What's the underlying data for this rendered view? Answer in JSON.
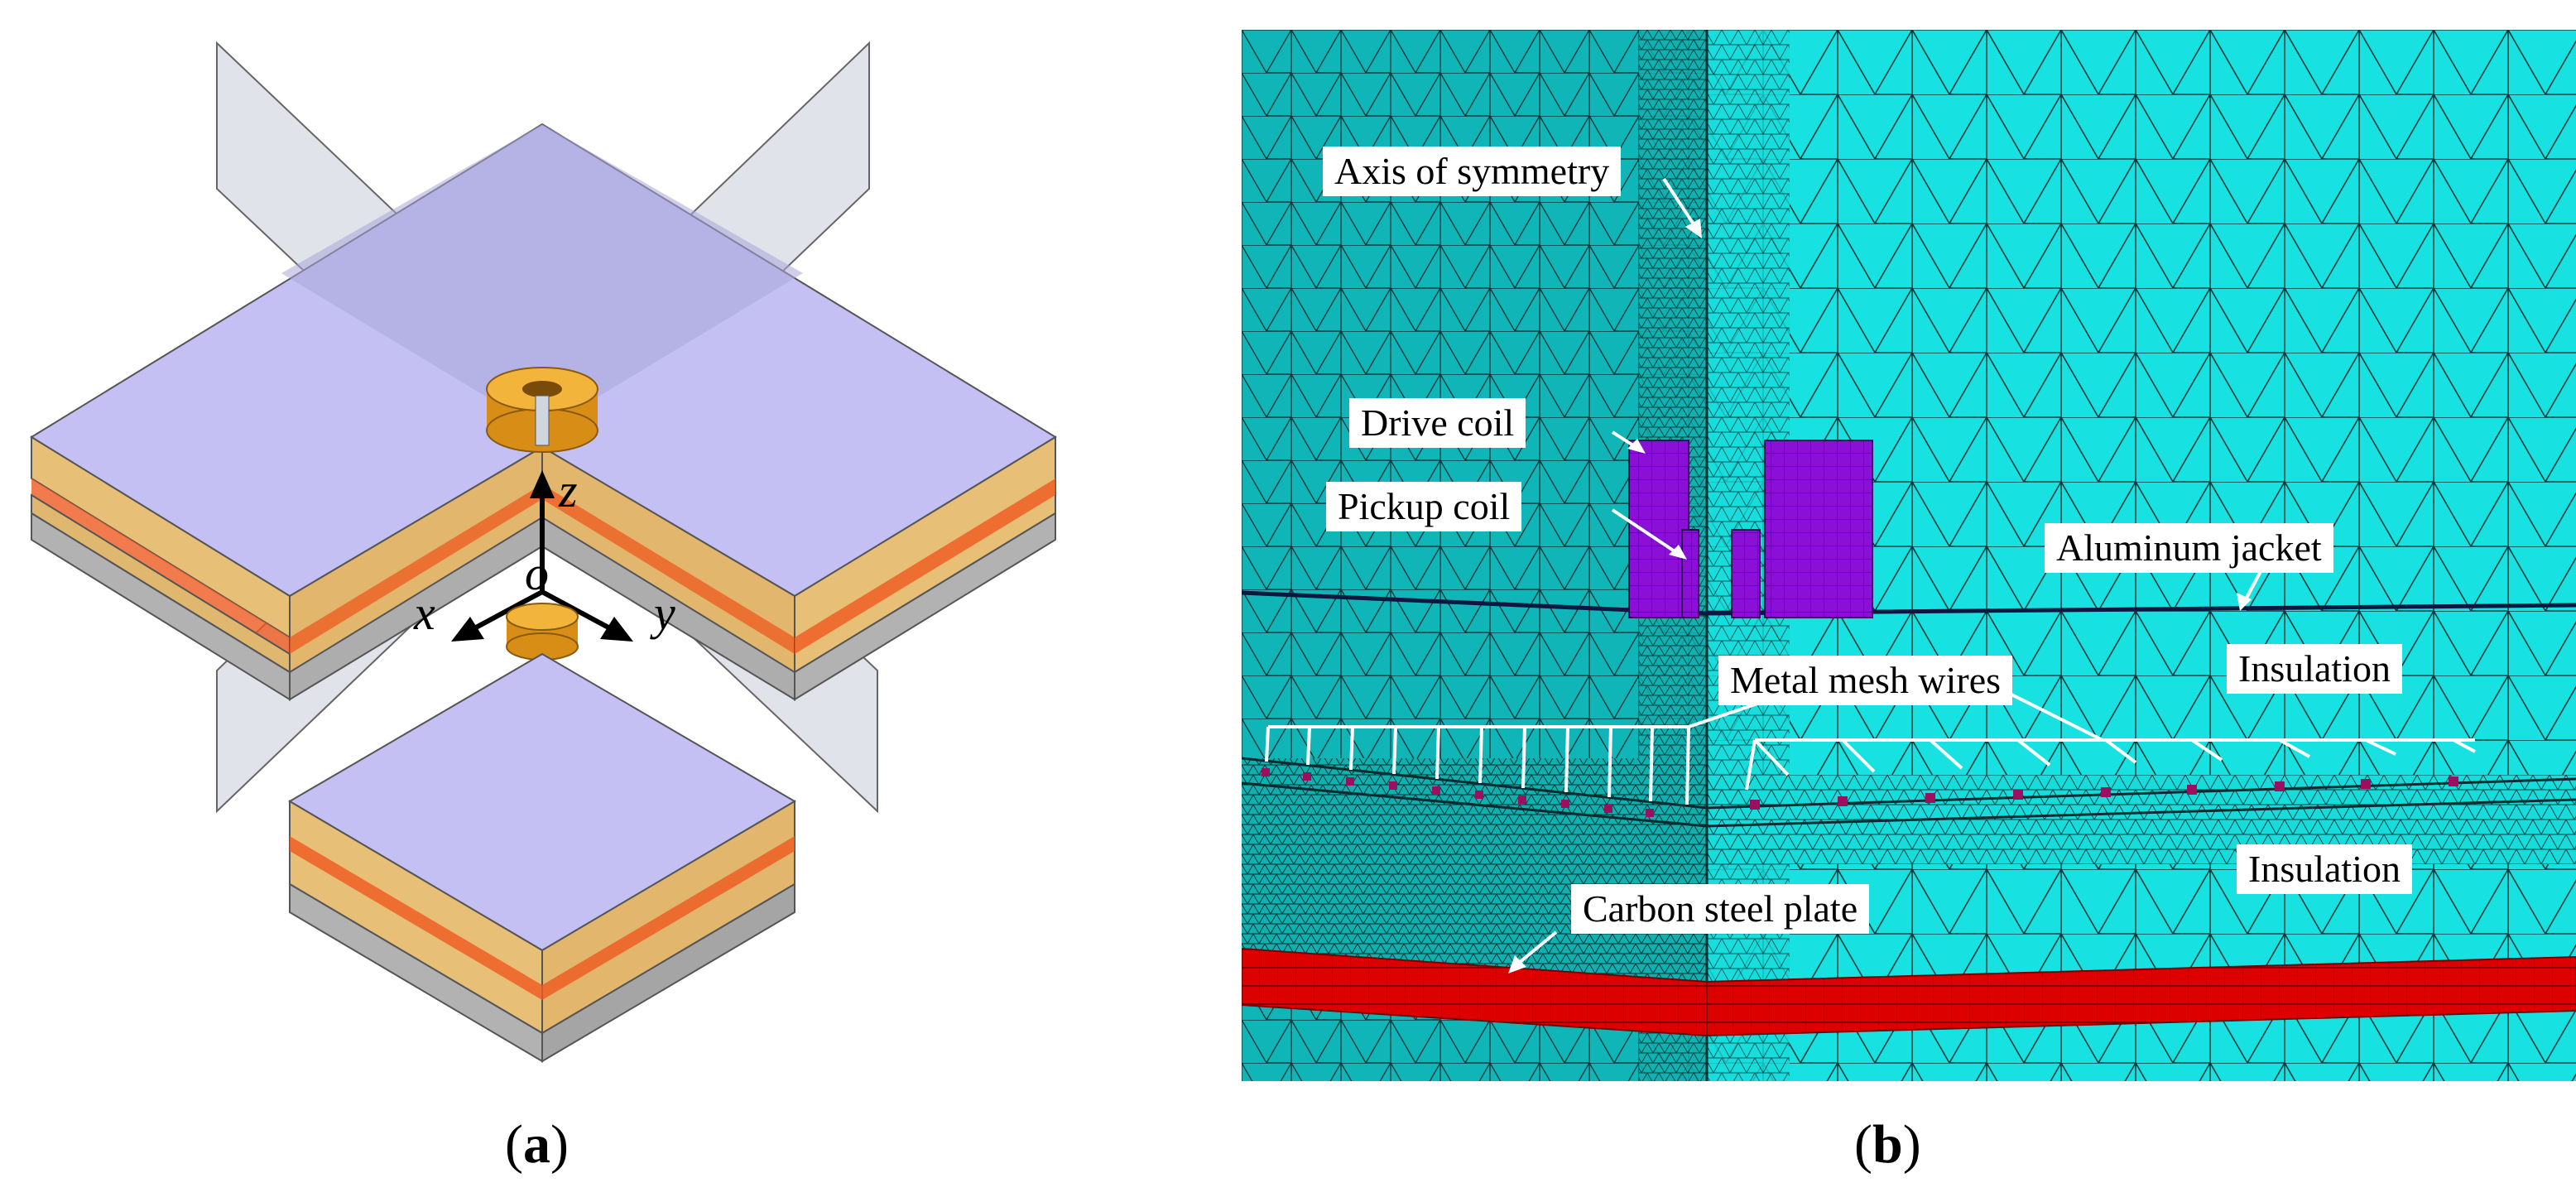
{
  "panel_a": {
    "caption_open": "(",
    "caption_letter": "a",
    "caption_close": ")",
    "axes": {
      "x": "x",
      "y": "y",
      "z": "z",
      "origin": "o"
    },
    "colors": {
      "plate_top": "#c7c4f5",
      "plane": "#b9bcd0",
      "insulation": "#e6b96b",
      "mesh": "#ee5a1f",
      "steel": "#a9a9a9",
      "coil": "#e8a21e"
    }
  },
  "panel_b": {
    "caption_open": "(",
    "caption_letter": "b",
    "caption_close": ")",
    "labels": {
      "axis_of_symmetry": "Axis of symmetry",
      "drive_coil": "Drive coil",
      "pickup_coil": "Pickup coil",
      "aluminum_jacket": "Aluminum jacket",
      "metal_mesh_wires": "Metal mesh wires",
      "insulation_upper": "Insulation",
      "insulation_lower": "Insulation",
      "carbon_steel_plate": "Carbon steel plate"
    },
    "colors": {
      "mesh_bg": "#13e0df",
      "mesh_bg_dark": "#0fb9b9",
      "coil": "#8a10d8",
      "steel": "#dd0000",
      "wire_node": "#9b0f5e"
    }
  }
}
